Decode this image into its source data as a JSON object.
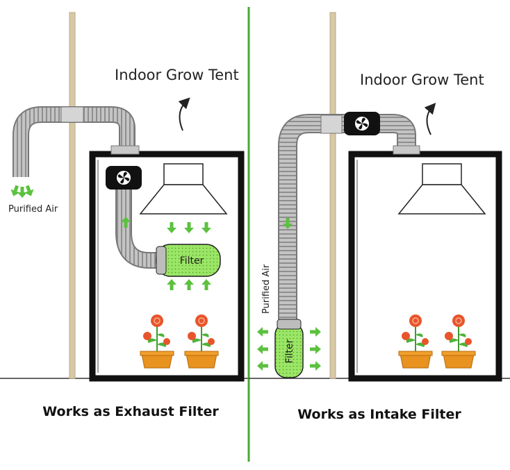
{
  "left_panel": {
    "title": "Indoor Grow Tent",
    "purified_label": "Purified Air",
    "filter_label": "Filter",
    "caption": "Works as Exhaust Filter"
  },
  "right_panel": {
    "title": "Indoor Grow Tent",
    "purified_label": "Purified Air",
    "filter_label": "Filter",
    "caption": "Works as Intake Filter"
  },
  "colors": {
    "divider": "#4aa832",
    "arrow_green": "#5cc13f",
    "filter_green": "#8fe05a",
    "tent_frame": "#111111",
    "pole": "#d8c9a6",
    "duct": "#b3b3b3",
    "flower": "#e8552c",
    "pot": "#e8921f"
  },
  "icons": [
    "fan-icon",
    "lamp-icon",
    "flower-pot-icon",
    "curved-arrow-icon",
    "airflow-arrow-icon"
  ]
}
